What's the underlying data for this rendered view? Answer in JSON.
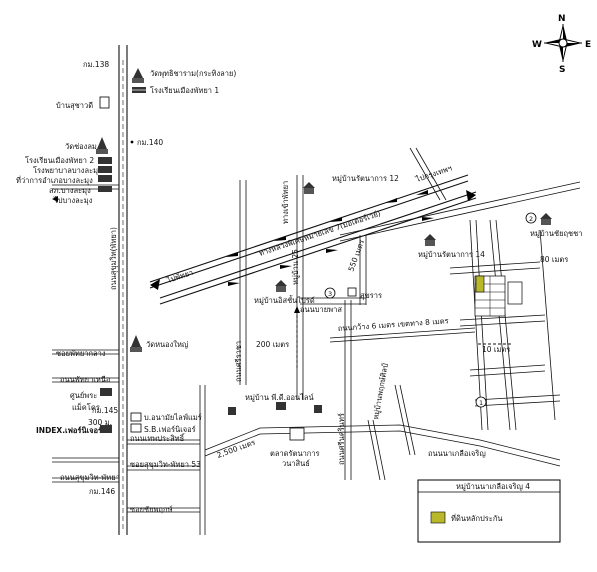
{
  "compass": {
    "n": "N",
    "s": "S",
    "e": "E",
    "w": "W"
  },
  "left_labels": {
    "km138": "กม.138",
    "wat_phuttha": "วัดพุทธิชาราม(กระทิงลาย)",
    "school1": "โรงเรียนเมืองพัทยา 1",
    "ban_suchawadi": "บ้านสุชาวดี",
    "km140": "กม.140",
    "wat_chong_lom": "วัดช่องลม",
    "school2": "โรงเรียนเมืองพัทยา 2",
    "hospital": "โรงพยาบาลบางละมุง",
    "district_office": "ที่ว่าการอำเภอบางละมุง",
    "police": "สภ.บางละมุง",
    "to_banglamung": "ไปบางละมุง",
    "wat_nongyai": "วัดหนองใหญ่",
    "soi_central": "ซอยพัทยากลาง",
    "naklua": "ถนนพัทยาเหนือ",
    "thepprasit": "ถนนเทพประสิทธิ์",
    "sukhumvit": "ถนนสุขุมวิท-พัทยา",
    "soi_sukhumvit": "ซอยสุขุมวิท-พัทยา 53",
    "km145": "กม.145",
    "km146": "กม.146",
    "soi_chaiyaphruek": "ซอยชัยพฤกษ์",
    "shopping": "ศูนย์พระ",
    "makro": "แม็คโคร",
    "index": "INDEX.เฟอร์นิเจอร์",
    "m300": "300 ม.",
    "kit_home": "บ.อนามัยไลฟ์แมร์",
    "sb_furniture": "S.B.เฟอร์นิเจอร์",
    "sukhumvit_road": "ถนนสุขุมวิท(พัทยา)"
  },
  "center_labels": {
    "motorway": "ทางหลวงพิเศษหมายเลข 7(มอเตอร์เวย์)",
    "to_bangkok": "ไปกรุงเทพฯ",
    "to_pattaya": "ไปพัทยา",
    "road_pattaya": "ทางเข้าพัทยา",
    "village_r12": "หมู่บ้านรัตนาการ 12",
    "village_r14": "หมู่บ้านรัตนาการ 14",
    "village_chaiya": "หมู่บ้านชัยฤชชา",
    "village_icon": "หมู่บ้านอิสชั้นไปรด์",
    "village_25": "หมู่บ้าน 25",
    "m550": "550 เมตร",
    "m200": "200 เมตร",
    "m80": "80 เมตร",
    "m10": "10 เมตร",
    "road_6m": "ถนนกว้าง 6 เมตร เขตทาง 8 เมตร",
    "road_bb": "ถนนบายพาส",
    "market": "ตลาดรัตนาการ",
    "market2": "วนาสินธ์",
    "m2500": "2,500 เมตร",
    "village_kd": "หมู่บ้าน พี.ดี.ออนไลน์",
    "village_sport": "หมู่บ้านพฤกษ์ศิลป์",
    "road_sukhumvit_b": "ถนนนาเกลือเจริญ",
    "tanbudsa": "ถนนศรีราชา",
    "sukhumvit_side": "ถนนศรีนครินทร์",
    "kitsuk": "สุขราร",
    "num1": "1",
    "num2": "2",
    "num3": "3"
  },
  "legend": {
    "title": "หมู่บ้านนาเกลือเจริญ 4",
    "item": "ที่ดินหลักประกัน",
    "swatch_color": "#b8b82a"
  }
}
